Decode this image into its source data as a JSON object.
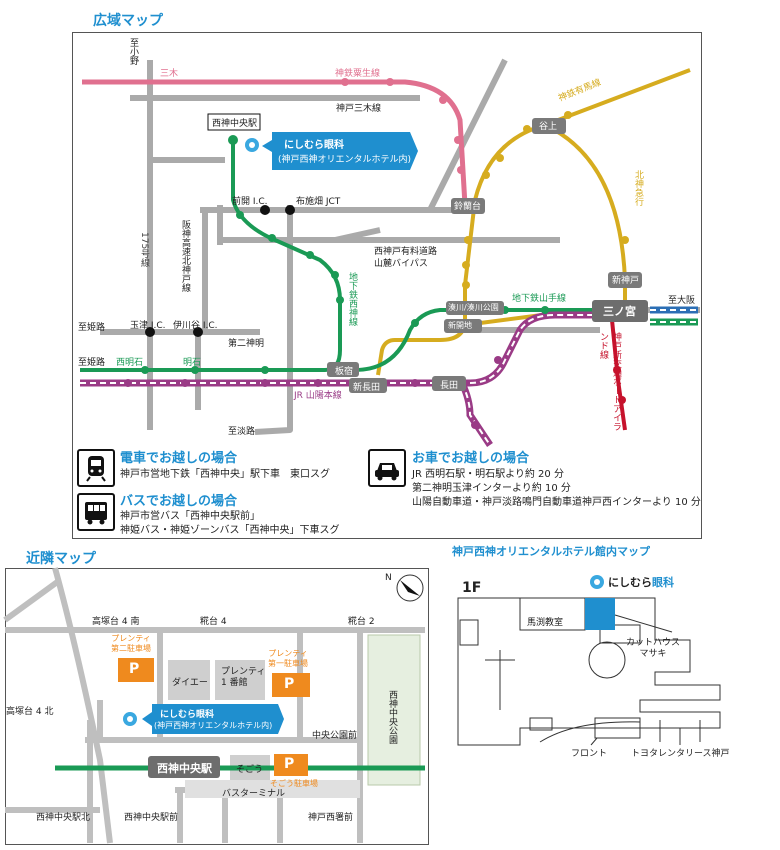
{
  "wide_map": {
    "title": "広域マップ",
    "labels": {
      "to_ono": "至\n小\n野",
      "miki": "三木",
      "shintetsu_ao": "神鉄粟生線",
      "kobe_sanki": "神戸三木線",
      "nishishin_station": "西神中央駅",
      "clinic_name": "にしむら眼科",
      "clinic_hotel": "(神戸西神オリエンタルホテル内)",
      "maeaki_ic": "前開 I.C.",
      "funoubatake_jct": "布施畑 JCT",
      "route175": "175号線",
      "hanshin_expressway": "阪神高速北神戸線",
      "nishikobe_toll": "西神戸有料道路",
      "sanrei_bypass": "山麓バイパス",
      "subway_seishin": "地下鉄西神線",
      "shintetsu_arima": "神鉄有馬線",
      "tanigami": "谷上",
      "hokushin_kyuko": "北神急行",
      "suzurandai": "鈴蘭台",
      "shin_kobe": "新神戸",
      "subway_yamate": "地下鉄山手線",
      "minatogawa": "湊川/湊川公園",
      "shinkaichi": "新開地",
      "sannomiya": "三ノ宮",
      "to_osaka": "至大阪",
      "to_himeji_1": "至姫路",
      "tamatsu_ic": "玉津 I.C.",
      "itagawa_ic": "伊川谷 I.C.",
      "daini_shinmei": "第二神明",
      "port_liner": "神戸新交通ポートアイランド線",
      "to_himeji_2": "至姫路",
      "nishi_akashi": "西明石",
      "akashi": "明石",
      "itayado": "板宿",
      "shin_nagata": "新長田",
      "nagata": "長田",
      "jr_sanyo": "JR 山陽本線",
      "to_awaji": "至淡路"
    },
    "legend": {
      "train_title": "電車でお越しの場合",
      "train_line": "神戸市営地下鉄「西神中央」駅下車　東口スグ",
      "bus_title": "バスでお越しの場合",
      "bus_line1": "神戸市営バス「西神中央駅前」",
      "bus_line2": "神姫バス・神姫ゾーンバス「西神中央」下車スグ",
      "car_title": "お車でお越しの場合",
      "car_line1": "JR 西明石駅・明石駅より約 20 分",
      "car_line2": "第二神明玉津インターより約 10 分",
      "car_line3": "山陽自動車道・神戸淡路鳴門自動車道神戸西インターより 10 分"
    }
  },
  "near_map": {
    "title": "近隣マップ",
    "labels": {
      "north": "N",
      "takatsukadai4_minami": "高塚台 4 南",
      "koudai4": "糀台 4",
      "koudai2": "糀台 2",
      "takatsukadai4_kita": "高塚台 4 北",
      "plenty_p2": "プレンティ\n第二駐車場",
      "plenty_p1": "プレンティ\n第一駐車場",
      "daiei": "ダイエー",
      "plenty_1": "プレンティ\n1 番館",
      "seishin_park": "西神中央公園",
      "clinic_name": "にしむら眼科",
      "clinic_hotel": "(神戸西神オリエンタルホテル内)",
      "central_park_front": "中央公園前",
      "station": "西神中央駅",
      "sogo": "そごう",
      "sogo_parking": "そごう駐車場",
      "bus_terminal": "バスターミナル",
      "station_north": "西神中央駅北",
      "station_front": "西神中央駅前",
      "police_front": "神戸西署前",
      "parking_letter": "P"
    }
  },
  "floor_map": {
    "title": "神戸西神オリエンタルホテル館内マップ",
    "floor": "1F",
    "clinic": "にしむら眼科",
    "clinic_short": "にしむら",
    "clinic_suffix": "眼科",
    "mabuchi": "馬渕教室",
    "cut_house": "カットハウス\nマサキ",
    "front": "フロント",
    "toyota": "トヨタレンタリース神戸"
  },
  "colors": {
    "shintetsu_pink": "#e0708f",
    "subway_green": "#1a9a55",
    "shintetsu_yellow": "#d6ac1f",
    "jr_purple": "#9a3b86",
    "hankyu_blue": "#2c6fb5",
    "port_red": "#c6122c",
    "accent_blue": "#1f8fcf",
    "parking_orange": "#ef8a1e",
    "road_gray": "#aaaaaa",
    "label_gray": "#8a8a8a"
  }
}
